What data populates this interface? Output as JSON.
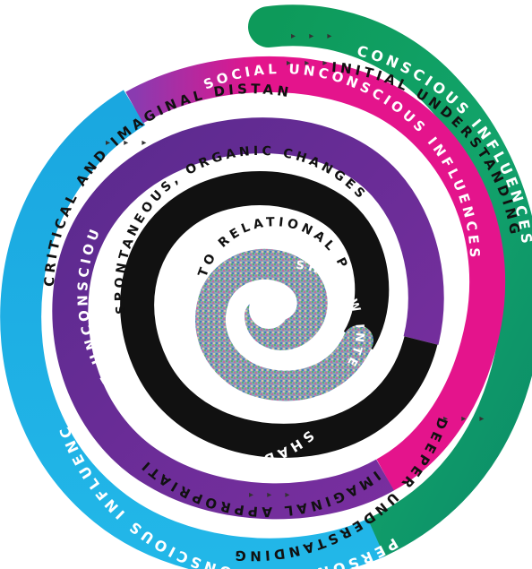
{
  "bands": {
    "conscious": "CONSCIOUS INFLUENCES",
    "social": "SOCIAL UNCONSCIOUS INFLUENCES",
    "personal": "PERSONAL UNCONSCIOUS INFLUENCES",
    "collective": "COLLECTIVE UNCONSCIOUS INFLUENCES",
    "shadow_influences": "SHADOW INFLUENCES",
    "shadow_integration": "SHADOW INTEGRATION"
  },
  "stages": {
    "initial": "INITIAL UNDERSTANDING",
    "imaginal": "IMAGINAL APPROPRIATION",
    "deeper": "DEEPER UNDERSTANDING",
    "critical": "CRITICAL AND IMAGINAL DISTANCIATION",
    "spontaneous": "SPONTANEOUS, ORGANIC CHANGES",
    "changes_to": "TO RELATIONAL PRACTICES"
  },
  "arrows": "▸ ▸ ▸",
  "colors": {
    "green": "#0d9a5a",
    "magenta": "#e4148c",
    "cyan": "#1aa7e0",
    "purple": "#6b2d93",
    "black": "#111111"
  }
}
